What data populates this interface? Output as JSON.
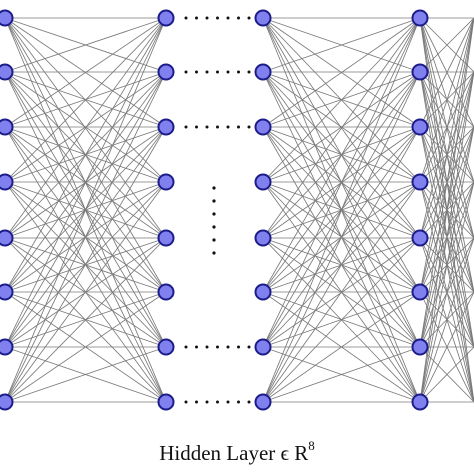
{
  "caption": {
    "text": "Hidden Layer ϵ R",
    "superscript": "8"
  },
  "network": {
    "layers": [
      {
        "nodes": 8
      },
      {
        "nodes": 8
      },
      {
        "nodes": 8
      },
      {
        "nodes": 8
      },
      {
        "nodes": 8
      }
    ],
    "dense_between": [
      [
        0,
        1
      ],
      [
        2,
        3
      ],
      [
        3,
        4
      ]
    ],
    "ellipsis_between": [
      1,
      2
    ],
    "node_fill": "#8080ee",
    "node_stroke": "#1c1c8a",
    "edge_color": "#7a7a7a"
  }
}
